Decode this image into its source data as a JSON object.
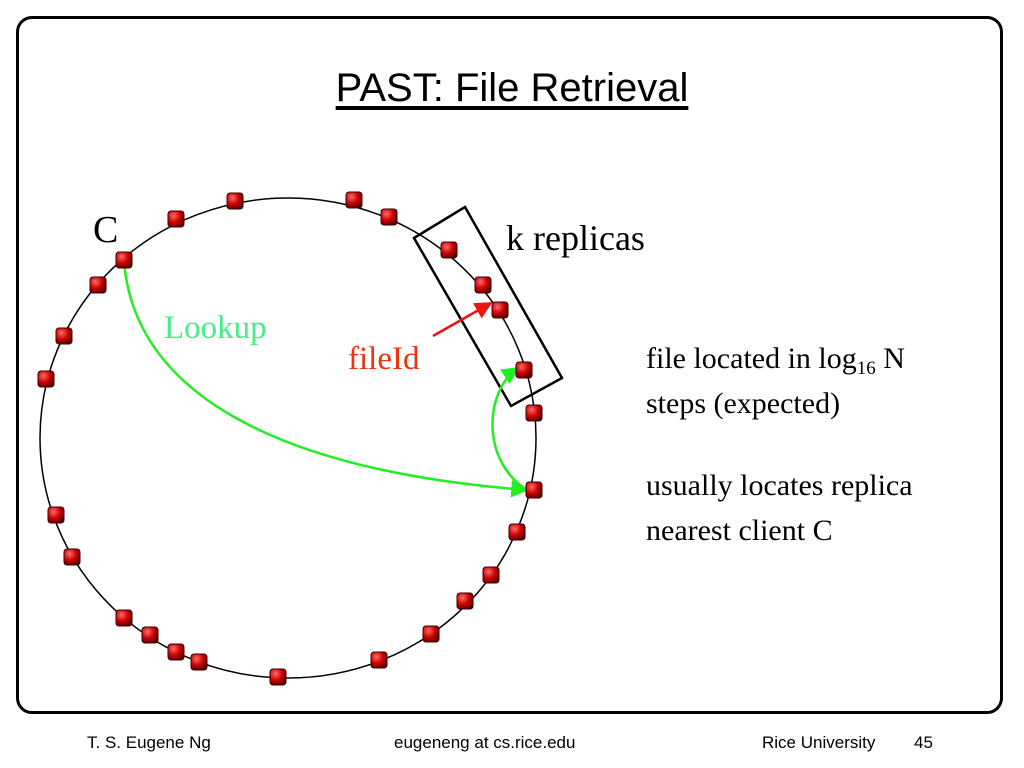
{
  "slide": {
    "title": "PAST: File Retrieval",
    "labels": {
      "client": "C",
      "replicas": "k replicas",
      "lookup": "Lookup",
      "file_id": "fileId"
    },
    "body": {
      "line1_pre": "file located in log",
      "line1_sub": "16",
      "line1_post": " N",
      "line2": "steps (expected)",
      "line3": "usually locates replica",
      "line4": "nearest client C"
    },
    "colors": {
      "node": "#c00000",
      "lookup_arrow": "#22ee22",
      "lookup_label": "#44ee88",
      "file_id": "#ee3311"
    }
  },
  "footer": {
    "author": "T. S. Eugene Ng",
    "email": "eugeneng at cs.rice.edu",
    "institution": "Rice University",
    "page_number": "45"
  }
}
